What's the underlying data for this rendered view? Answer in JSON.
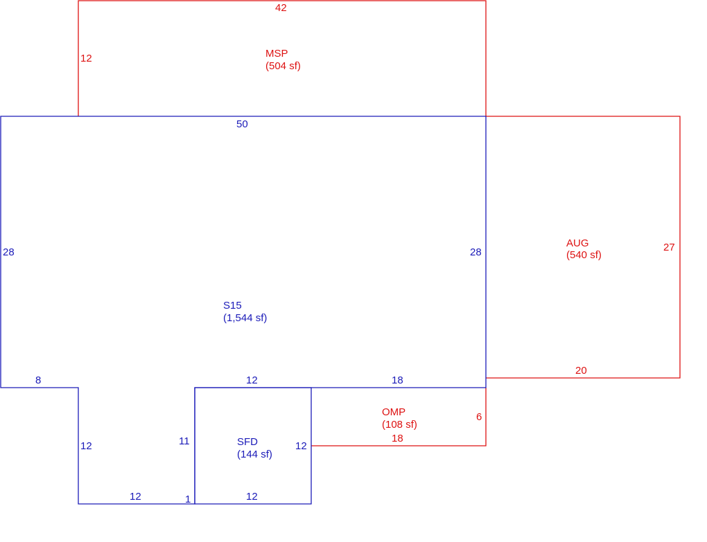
{
  "colors": {
    "addition": "#dd1111",
    "main": "#1a1ab8"
  },
  "areas": {
    "msp": {
      "code": "MSP",
      "area": "(504 sf)"
    },
    "s15": {
      "code": "S15",
      "area": "(1,544 sf)"
    },
    "aug": {
      "code": "AUG",
      "area": "(540 sf)"
    },
    "omp": {
      "code": "OMP",
      "area": "(108 sf)"
    },
    "sfd": {
      "code": "SFD",
      "area": "(144 sf)"
    }
  },
  "dimensions": {
    "msp_top": "42",
    "msp_left": "12",
    "s15_top": "50",
    "s15_left": "28",
    "s15_right": "28",
    "s15_bottom_left": "8",
    "s15_notch_left": "12",
    "s15_notch_bottom": "12",
    "s15_notch_right": "11",
    "s15_notch_jog": "1",
    "s15_bottom_mid": "12",
    "s15_bottom_right": "18",
    "aug_right": "27",
    "aug_bottom": "20",
    "omp_right": "6",
    "omp_bottom": "18",
    "sfd_right": "12",
    "sfd_bottom": "12"
  }
}
